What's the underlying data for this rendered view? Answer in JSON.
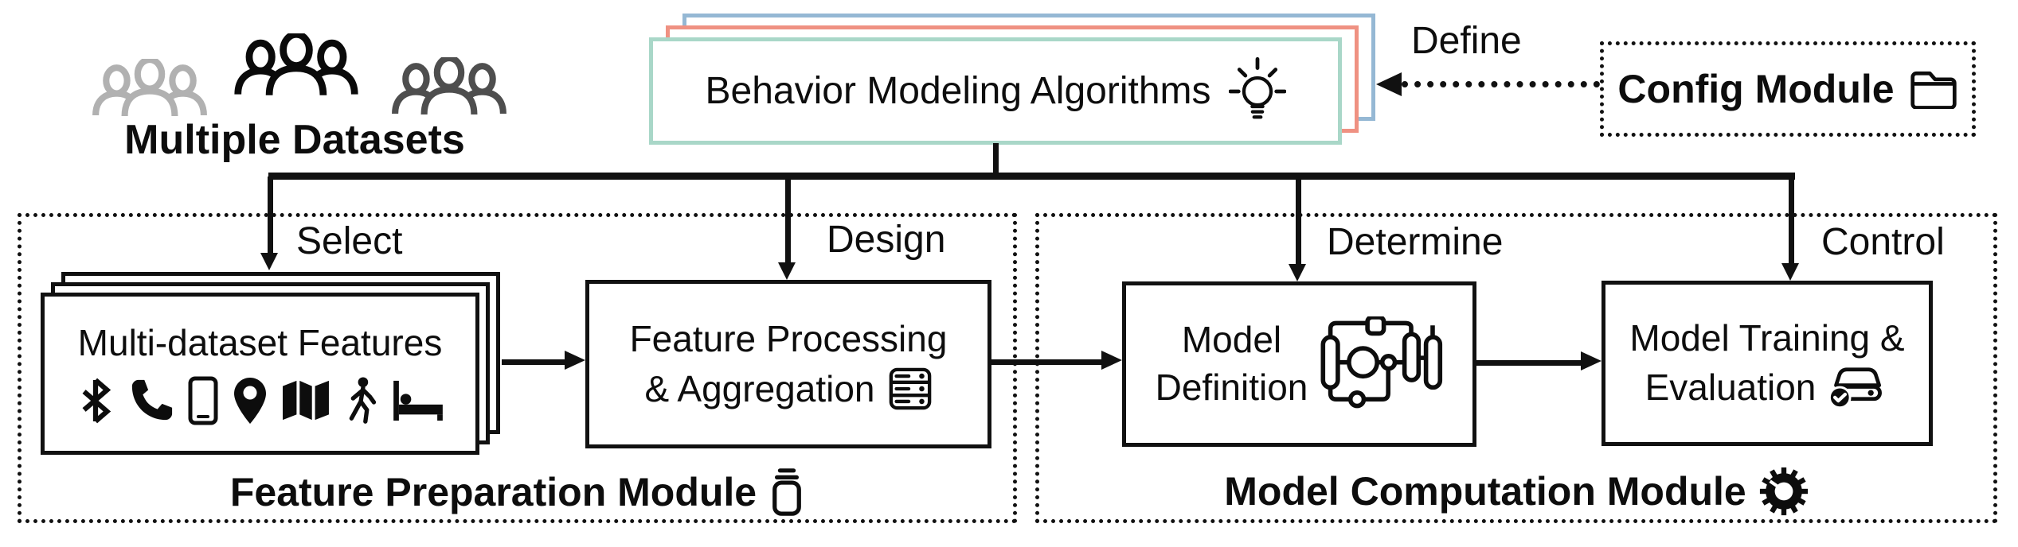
{
  "palette": {
    "ink": "#0d0d0d",
    "card_blue": "#95b8d4",
    "card_salmon": "#ef9182",
    "card_teal": "#a9d7c8",
    "people_light": "#b1b1b1",
    "people_black": "#0a0a0a",
    "people_dark": "#4e4e4e"
  },
  "datasets": {
    "label": "Multiple Datasets",
    "icons": [
      "people-group-icon",
      "people-group-icon",
      "people-group-icon"
    ]
  },
  "algorithms": {
    "label": "Behavior Modeling Algorithms",
    "icon": "lightbulb-idea-icon"
  },
  "config": {
    "label": "Config Module",
    "icon": "folder-icon",
    "define_label": "Define"
  },
  "feature_module": {
    "title": "Feature Preparation Module",
    "icon": "stacked-jar-icon",
    "select_label": "Select",
    "design_label": "Design",
    "features_box": {
      "label": "Multi-dataset Features",
      "icons": [
        "bluetooth-icon",
        "phone-icon",
        "smartphone-icon",
        "location-pin-icon",
        "map-icon",
        "walking-person-icon",
        "bed-icon"
      ]
    },
    "processing_box": {
      "line1": "Feature Processing",
      "line2": "& Aggregation",
      "icon": "server-icon"
    }
  },
  "model_module": {
    "title": "Model Computation Module",
    "icon": "gear-icon",
    "determine_label": "Determine",
    "control_label": "Control",
    "definition_box": {
      "line1": "Model",
      "line2": "Definition",
      "icon": "model-graph-icon"
    },
    "training_box": {
      "line1": "Model Training &",
      "line2": "Evaluation",
      "icon": "drive-check-icon"
    }
  }
}
